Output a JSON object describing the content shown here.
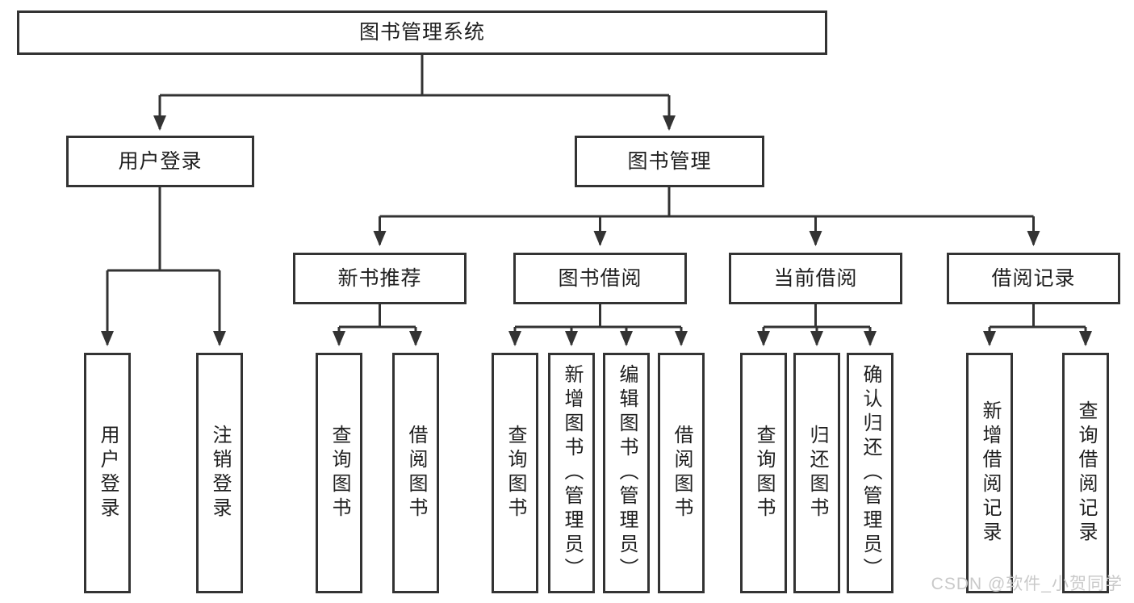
{
  "diagram": {
    "type": "hierarchy-tree",
    "orientation": "top-down"
  },
  "tree": {
    "label": "图书管理系统",
    "children": [
      {
        "label": "用户登录",
        "children": [
          {
            "label": "用户登录"
          },
          {
            "label": "注销登录"
          }
        ]
      },
      {
        "label": "图书管理",
        "children": [
          {
            "label": "新书推荐",
            "children": [
              {
                "label": "查询图书"
              },
              {
                "label": "借阅图书"
              }
            ]
          },
          {
            "label": "图书借阅",
            "children": [
              {
                "label": "查询图书"
              },
              {
                "label": "新增图书（管理员）"
              },
              {
                "label": "编辑图书（管理员）"
              },
              {
                "label": "借阅图书"
              }
            ]
          },
          {
            "label": "当前借阅",
            "children": [
              {
                "label": "查询图书"
              },
              {
                "label": "归还图书"
              },
              {
                "label": "确认归还（管理员）"
              }
            ]
          },
          {
            "label": "借阅记录",
            "children": [
              {
                "label": "新增借阅记录"
              },
              {
                "label": "查询借阅记录"
              }
            ]
          }
        ]
      }
    ]
  },
  "watermark": {
    "text": "CSDN @软件_小贺同学",
    "color": "#c9c9c9"
  },
  "colors": {
    "background": "#ffffff",
    "line": "#333333",
    "box_border": "#333333",
    "text": "#1f1f1f"
  }
}
